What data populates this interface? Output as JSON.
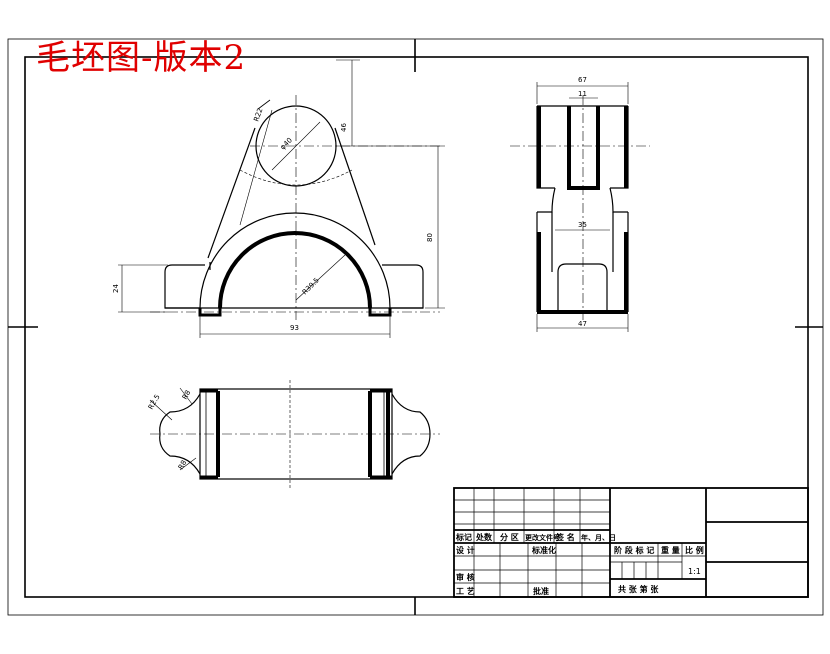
{
  "drawing_title": "毛坯图-版本2",
  "dimensions": {
    "top_height": "46",
    "radius_large": "R22",
    "dia_hole": "φ40",
    "overall_height": "80",
    "inner_radius": "R39.5",
    "flange_height": "24",
    "base_width": "93",
    "side_top_width": "67",
    "side_slot": "11",
    "side_mid": "35",
    "side_bottom": "47",
    "plan_r1": "R2.5",
    "plan_r2": "R8",
    "plan_r3": "R8"
  },
  "title_block": {
    "header_labels": [
      "标记",
      "处数",
      "分 区",
      "更改文件号",
      "签 名",
      "年、月、日"
    ],
    "row_design": "设 计",
    "row_standard": "标准化",
    "row_review": "审 核",
    "row_process": "工 艺",
    "row_approve": "批准",
    "stage_label": "阶 段 标 记",
    "weight_label": "重 量",
    "scale_label": "比 例",
    "scale_value": "1:1",
    "sheet_label": "共   张  第   张"
  }
}
